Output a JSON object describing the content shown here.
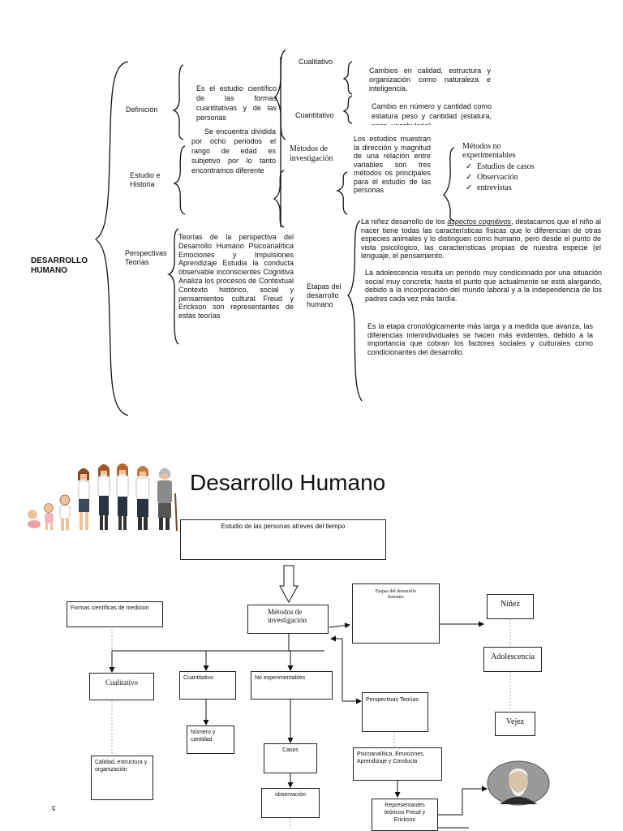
{
  "map": {
    "root": "DESARROLLO HUMANO",
    "definicion": {
      "label": "Definición",
      "text": "Es el estudio científico de las formas cuantitativas y de las personas",
      "cualitativo": {
        "label": "Cualitativo",
        "text": "Cambios en calidad, estructura y organización como naturaleza e inteligencia."
      },
      "cuantitativo": {
        "label": "Cuantitativo",
        "text": "Cambio en número y cantidad como estatura peso y cantidad (estatura, peso, vocabulario)."
      }
    },
    "estudio": {
      "label": "Estudio e Historia",
      "text": "Se encuentra dividida por ocho periodos el rango de edad es subjetivo por lo tanto encontramos diferente"
    },
    "metodos": {
      "label": "Métodos de investigación",
      "text": "Los estudios muestran la dirección y magnitud de una relación entre variables son tres métodos os principales para el estudio de las personas",
      "no_exp_label": "Métodos no experimentables",
      "items": [
        "Estudios de casos",
        "Observación",
        "entrevistas"
      ]
    },
    "perspectivas": {
      "label": "Perspectivas Teorías",
      "text": "Teorías de la perspectiva del Desarrollo Humano Psicoanalítica Emociones y Impulsiones Aprendizaje Estudia la conducta observable inconscientes Cognitiva Analiza los procesos de Contextual Contexto histórico, social y pensamientos cultural Freud y Erickson son representantes de estas teorías"
    },
    "etapas": {
      "label": "Etapas del desarrollo humano",
      "ninez_pre": "La niñez desarrollo de los ",
      "ninez_link": "aspectos cognitivos",
      "ninez_post": ", destacamos que el niño al nacer tiene todas las características físicas que lo diferencian de otras especies animales y lo distinguen como humano, pero desde el punto de vista psicológico, las características propias de nuestra especie (el lenguaje, el pensamiento.",
      "adolescencia": "La adolescencia resulta un periodo muy condicionado por una situación social muy concreta; hasta el punto que actualmente se está alargando, debido a la incorporación del mundo laboral y a la independencia de los padres cada vez más tardía.",
      "adulta": "Es la etapa cronológicamente más larga y a medida que avanza, las diferencias interindividuales se hacen más evidentes, debido a la importancia que cobran los factores sociales y culturales como condicionantes del desarrollo."
    }
  },
  "flow": {
    "title": "Desarrollo Humano",
    "estudio": "Estudio de las personas atreves del tiempo",
    "formas": "Formas científicas de medicion",
    "metodos": "Métodos de investigación",
    "etapas": "Etapas del desarrollo humano",
    "ninez": "Niñez",
    "adolescencia": "Adolescencia",
    "vejez": "Vejez",
    "cualitativo": "Cualitativo",
    "cuantitativo": "Cuantitativo",
    "no_exp": "No experimentables",
    "perspectivas": "Perspectivas Teorías",
    "numero": "Número y cantidad",
    "calidad": "Calidad, estructura y organización",
    "casos": "Casos",
    "observacion": "observación",
    "psico": "Psicoanalítica, Emociones, Aprendizaje y Conducta",
    "representantes": "Representantes teóricos Freud y Erickson",
    "corner": "ç"
  },
  "colors": {
    "line": "#111111",
    "text": "#111111",
    "background": "#ffffff"
  }
}
